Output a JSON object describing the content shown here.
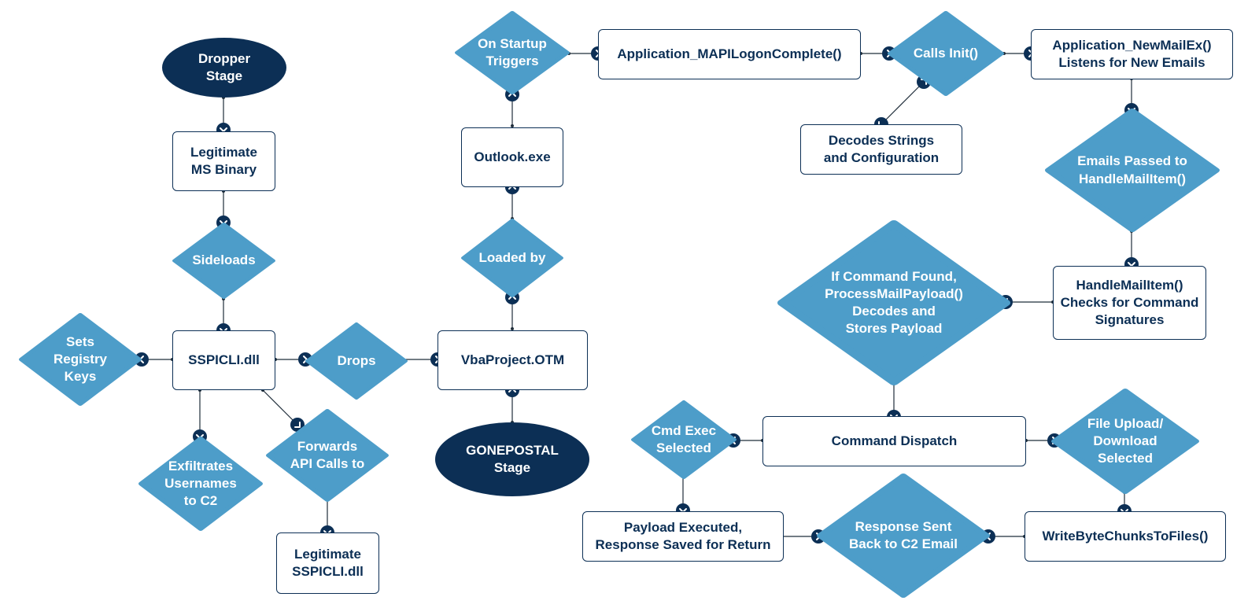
{
  "colors": {
    "dark_navy": "#0c2f55",
    "diamond_blue": "#4d9dc9",
    "box_border": "#0c2f55",
    "text_dark": "#0c2f55",
    "text_light": "#ffffff"
  },
  "nodes": {
    "dropper_stage": "Dropper\nStage",
    "legit_ms_binary": "Legitimate\nMS Binary",
    "sideloads": "Sideloads",
    "sspicli_dll": "SSPICLI.dll",
    "sets_registry_keys": "Sets\nRegistry\nKeys",
    "drops": "Drops",
    "exfiltrates_usernames": "Exfiltrates\nUsernames\nto C2",
    "forwards_api_calls": "Forwards\nAPI Calls to",
    "legit_sspicli_dll": "Legitimate\nSSPICLI.dll",
    "vbaproject_otm": "VbaProject.OTM",
    "gonepostal_stage": "GONEPOSTAL\nStage",
    "loaded_by": "Loaded by",
    "outlook_exe": "Outlook.exe",
    "on_startup_triggers": "On Startup\nTriggers",
    "mapi_logon_complete": "Application_MAPILogonComplete()",
    "calls_init": "Calls Init()",
    "decodes_strings": "Decodes Strings\nand Configuration",
    "new_mail_ex": "Application_NewMailEx()\nListens for New Emails",
    "emails_passed": "Emails Passed to\nHandleMailItem()",
    "handle_mail_item": "HandleMailItem()\nChecks for Command\nSignatures",
    "if_command_found": "If Command Found,\nProcessMailPayload()\nDecodes and\nStores Payload",
    "command_dispatch": "Command Dispatch",
    "cmd_exec_selected": "Cmd Exec\nSelected",
    "file_upload_selected": "File Upload/\nDownload\nSelected",
    "payload_executed": "Payload Executed,\nResponse Saved for Return",
    "response_sent": "Response Sent\nBack to C2 Email",
    "write_byte_chunks": "WriteByteChunksToFiles()"
  }
}
